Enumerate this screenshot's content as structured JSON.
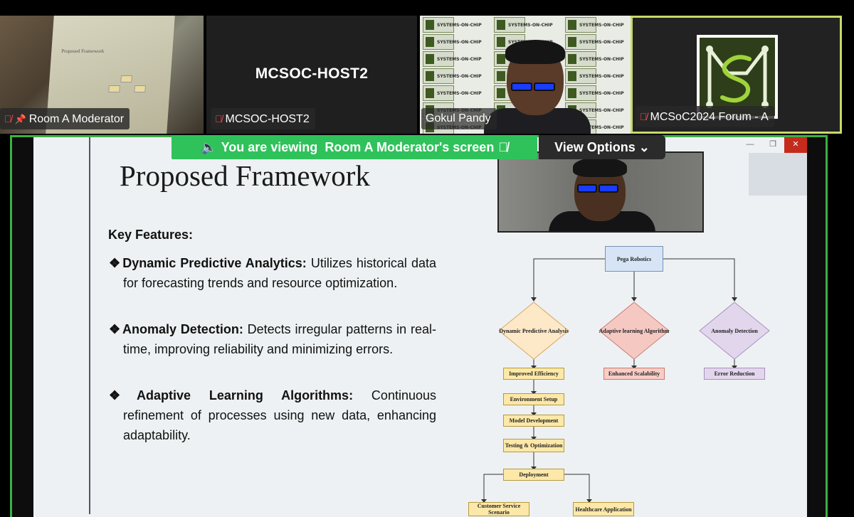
{
  "participants": [
    {
      "name": "Room A Moderator",
      "muted": true,
      "pinned": true
    },
    {
      "name": "MCSOC-HOST2",
      "muted": true,
      "display_name_big": "MCSOC-HOST2"
    },
    {
      "name": "Gokul Pandy",
      "muted": false
    },
    {
      "name": "MCSoC2024 Forum - A",
      "muted": true,
      "active_speaker": true
    }
  ],
  "backdrop_text": "SYSTEMS-ON-CHIP",
  "share_banner": {
    "text": "You are viewing",
    "owner": "Room A Moderator's screen",
    "view_options_label": "View Options"
  },
  "window_controls": {
    "minimize": "—",
    "restore": "❐",
    "close": "✕"
  },
  "slide": {
    "title": "Proposed Framework",
    "key_features_heading": "Key Features:",
    "features": [
      {
        "bullet": "❖",
        "title": "Dynamic Predictive Analytics:",
        "desc": " Utilizes historical data for forecasting trends and resource optimization."
      },
      {
        "bullet": "❖",
        "title": "Anomaly Detection:",
        "desc": " Detects irregular patterns in real-time, improving reliability and minimizing errors."
      },
      {
        "bullet": "❖",
        "title": "Adaptive Learning Algorithms:",
        "desc": " Continuous refinement of processes using new data, enhancing adaptability."
      }
    ],
    "diagram": {
      "root": "Pega Robotics",
      "branches": [
        "Dynamic Predictive Analysis",
        "Adaptive learning Algorithm",
        "Anomaly Detection"
      ],
      "left_chain": [
        "Improved Efficiency",
        "Environment Setup",
        "Model Development",
        "Testing & Optimization",
        "Deployment"
      ],
      "middle_result": "Enhanced Scalability",
      "right_result": "Error Reduction",
      "outputs": [
        "Customer Service Scenario",
        "Healthcare Application"
      ]
    }
  },
  "colors": {
    "banner_green": "#2fc25b",
    "active_border": "#c9d96a",
    "share_border": "#3cb043",
    "mute_red": "#ff4d4d"
  }
}
